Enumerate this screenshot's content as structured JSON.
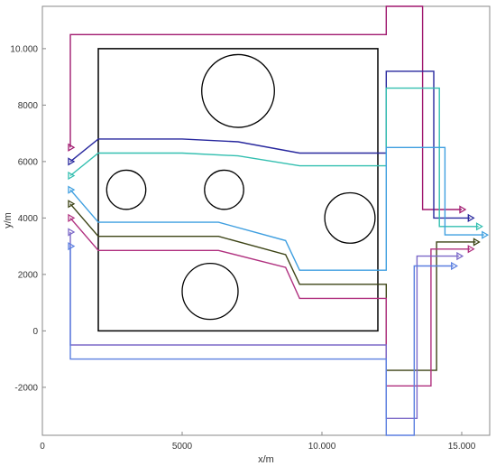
{
  "chart_data": {
    "type": "line",
    "xlabel": "x/m",
    "ylabel": "y/m",
    "xlim": [
      0,
      16000
    ],
    "ylim": [
      -3700,
      11500
    ],
    "x_ticks": [
      0,
      5000,
      10000,
      15000
    ],
    "x_tick_labels": [
      "0",
      "5000",
      "10.000",
      "15.000"
    ],
    "y_ticks": [
      -2000,
      0,
      2000,
      4000,
      6000,
      8000,
      10000
    ],
    "y_tick_labels": [
      "-2000",
      "0",
      "2000",
      "4000",
      "6000",
      "8000",
      "10.000"
    ],
    "grid": false,
    "region": {
      "x": [
        2000,
        12000
      ],
      "y": [
        0,
        10000
      ],
      "color": "#000000"
    },
    "obstacles": [
      {
        "cx": 7000,
        "cy": 8500,
        "r": 1300
      },
      {
        "cx": 3000,
        "cy": 5000,
        "r": 700
      },
      {
        "cx": 6500,
        "cy": 5000,
        "r": 700
      },
      {
        "cx": 11000,
        "cy": 4000,
        "r": 900
      },
      {
        "cx": 6000,
        "cy": 1400,
        "r": 1000
      }
    ],
    "series": [
      {
        "color": "#a0196f",
        "start": [
          1000,
          6500
        ],
        "points": [
          [
            1000,
            6500
          ],
          [
            1000,
            10500
          ],
          [
            12300,
            10500
          ],
          [
            12300,
            11500
          ],
          [
            13600,
            11500
          ],
          [
            13600,
            4300
          ],
          [
            15000,
            4300
          ]
        ]
      },
      {
        "color": "#28289e",
        "start": [
          1000,
          6000
        ],
        "points": [
          [
            1000,
            6000
          ],
          [
            2000,
            6800
          ],
          [
            5000,
            6800
          ],
          [
            7000,
            6700
          ],
          [
            9200,
            6300
          ],
          [
            12300,
            6300
          ],
          [
            12300,
            9200
          ],
          [
            14000,
            9200
          ],
          [
            14000,
            4000
          ],
          [
            15300,
            4000
          ]
        ]
      },
      {
        "color": "#33bfb0",
        "start": [
          1000,
          5500
        ],
        "points": [
          [
            1000,
            5500
          ],
          [
            2000,
            6300
          ],
          [
            5000,
            6300
          ],
          [
            7000,
            6200
          ],
          [
            9200,
            5850
          ],
          [
            12300,
            5850
          ],
          [
            12300,
            8600
          ],
          [
            14200,
            8600
          ],
          [
            14200,
            3700
          ],
          [
            15600,
            3700
          ]
        ]
      },
      {
        "color": "#3f9fe0",
        "start": [
          1000,
          5000
        ],
        "points": [
          [
            1000,
            5000
          ],
          [
            2000,
            3850
          ],
          [
            5000,
            3850
          ],
          [
            6300,
            3850
          ],
          [
            8700,
            3200
          ],
          [
            9200,
            2150
          ],
          [
            12300,
            2150
          ],
          [
            12300,
            6500
          ],
          [
            14400,
            6500
          ],
          [
            14400,
            3400
          ],
          [
            15800,
            3400
          ]
        ]
      },
      {
        "color": "#3d4416",
        "start": [
          1000,
          4500
        ],
        "points": [
          [
            1000,
            4500
          ],
          [
            2000,
            3350
          ],
          [
            5000,
            3350
          ],
          [
            6300,
            3350
          ],
          [
            8700,
            2700
          ],
          [
            9200,
            1650
          ],
          [
            12300,
            1650
          ],
          [
            12300,
            -1400
          ],
          [
            14100,
            -1400
          ],
          [
            14100,
            3150
          ],
          [
            15500,
            3150
          ]
        ]
      },
      {
        "color": "#b0307f",
        "start": [
          1000,
          4000
        ],
        "points": [
          [
            1000,
            4000
          ],
          [
            2000,
            2850
          ],
          [
            5000,
            2850
          ],
          [
            6300,
            2850
          ],
          [
            8700,
            2250
          ],
          [
            9200,
            1150
          ],
          [
            12300,
            1150
          ],
          [
            12300,
            -1950
          ],
          [
            13900,
            -1950
          ],
          [
            13900,
            2900
          ],
          [
            15300,
            2900
          ]
        ]
      },
      {
        "color": "#7b68c8",
        "start": [
          1000,
          3500
        ],
        "points": [
          [
            1000,
            3500
          ],
          [
            1000,
            -500
          ],
          [
            12300,
            -500
          ],
          [
            12300,
            -3100
          ],
          [
            13400,
            -3100
          ],
          [
            13400,
            2650
          ],
          [
            14900,
            2650
          ]
        ]
      },
      {
        "color": "#5b7fe0",
        "start": [
          1000,
          3000
        ],
        "points": [
          [
            1000,
            3000
          ],
          [
            1000,
            -1000
          ],
          [
            12300,
            -1000
          ],
          [
            12300,
            -3700
          ],
          [
            13300,
            -3700
          ],
          [
            13300,
            2300
          ],
          [
            14700,
            2300
          ]
        ]
      }
    ]
  }
}
